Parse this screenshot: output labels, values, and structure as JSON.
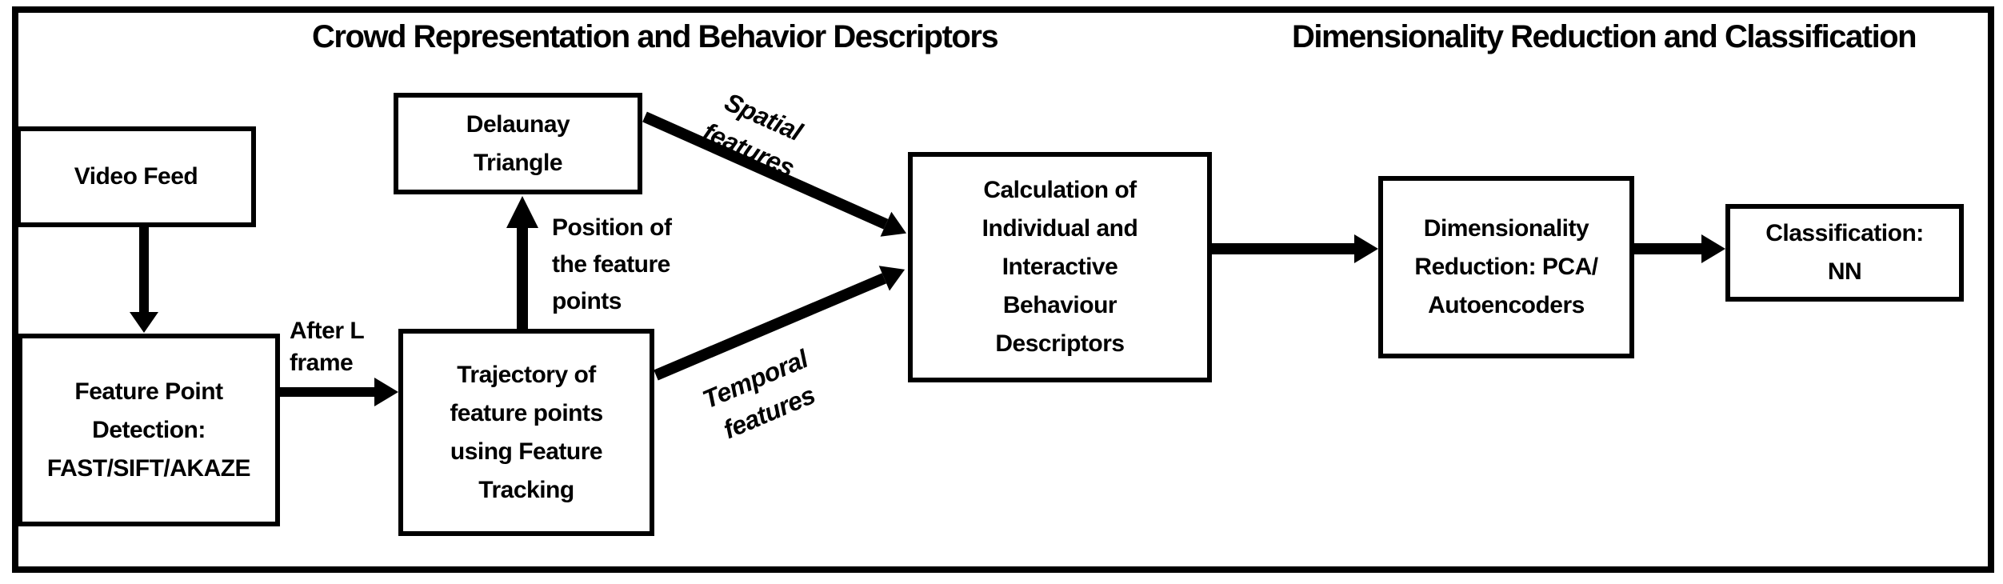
{
  "titles": {
    "left": "Crowd Representation and Behavior Descriptors",
    "right": "Dimensionality Reduction and Classification"
  },
  "nodes": {
    "video_feed": {
      "lines": [
        "Video Feed"
      ]
    },
    "feature_point": {
      "lines": [
        "Feature Point",
        "Detection:",
        "FAST/SIFT/AKAZE"
      ]
    },
    "trajectory": {
      "lines": [
        "Trajectory of",
        "feature points",
        "using Feature",
        "Tracking"
      ]
    },
    "delaunay": {
      "lines": [
        "Delaunay",
        "Triangle"
      ]
    },
    "calculation": {
      "lines": [
        "Calculation of",
        "Individual and",
        "Interactive",
        "Behaviour",
        "Descriptors"
      ]
    },
    "dim_reduction": {
      "lines": [
        "Dimensionality",
        "Reduction: PCA/",
        "Autoencoders"
      ]
    },
    "classification": {
      "lines": [
        "Classification:",
        "NN"
      ]
    }
  },
  "edge_labels": {
    "after_l_frame": {
      "lines": [
        "After L",
        "frame"
      ]
    },
    "position": {
      "lines": [
        "Position of",
        "the feature",
        "points"
      ]
    },
    "spatial": {
      "lines": [
        "Spatial",
        "features"
      ]
    },
    "temporal": {
      "lines": [
        "Temporal",
        "features"
      ]
    }
  },
  "colors": {
    "ink": "#000000",
    "background": "#ffffff"
  }
}
